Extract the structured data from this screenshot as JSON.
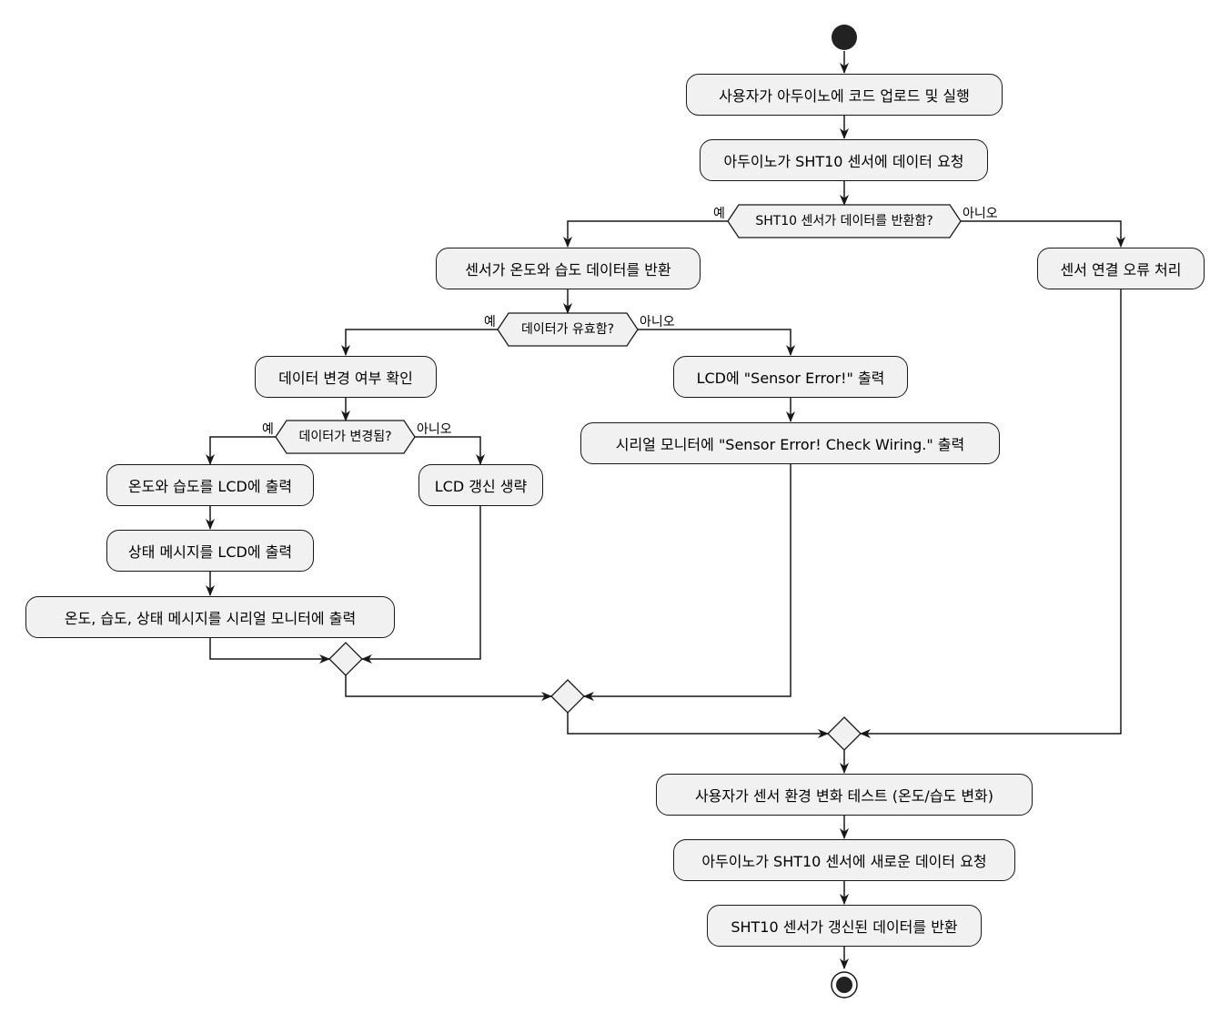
{
  "activities": {
    "upload": "사용자가 아두이노에 코드 업로드 및 실행",
    "request": "아두이노가 SHT10 센서에 데이터 요청",
    "sensor_return": "센서가 온도와 습도 데이터를 반환",
    "sensor_error": "센서 연결 오류 처리",
    "check_change": "데이터 변경 여부 확인",
    "lcd_error": "LCD에 \"Sensor Error!\" 출력",
    "serial_error": "시리얼 모니터에 \"Sensor Error! Check Wiring.\" 출력",
    "lcd_temp_hum": "온도와 습도를 LCD에 출력",
    "skip_lcd": "LCD 갱신 생략",
    "lcd_status": "상태 메시지를 LCD에 출력",
    "serial_all": "온도, 습도, 상태 메시지를 시리얼 모니터에 출력",
    "env_test": "사용자가 센서 환경 변화 테스트 (온도/습도 변화)",
    "request_new": "아두이노가 SHT10 센서에 새로운 데이터 요청",
    "sensor_updated": "SHT10 센서가 갱신된 데이터를 반환"
  },
  "decisions": {
    "d1": {
      "question": "SHT10 센서가 데이터를 반환함?",
      "yes": "예",
      "no": "아니오"
    },
    "d2": {
      "question": "데이터가 유효함?",
      "yes": "예",
      "no": "아니오"
    },
    "d3": {
      "question": "데이터가 변경됨?",
      "yes": "예",
      "no": "아니오"
    }
  },
  "colors": {
    "line": "#181818",
    "box_fill": "#f1f1f1",
    "start": "#222222"
  }
}
